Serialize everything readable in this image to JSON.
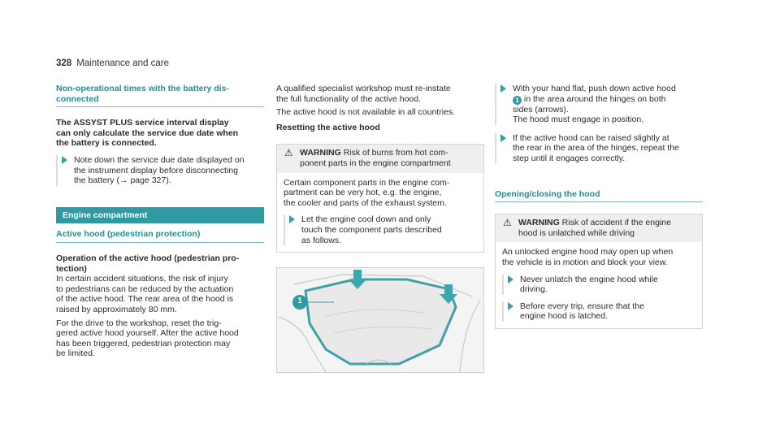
{
  "header": {
    "page_number": "328",
    "section": "Maintenance and care"
  },
  "col1": {
    "heading": "Non-operational times with the battery dis-connected",
    "heading_line1": "Non-operational times with the battery dis-",
    "heading_line2": "connected",
    "notice_line1": "The ASSYST PLUS service interval display",
    "notice_line2": "can only calculate the service due date when",
    "notice_line3": "the battery is connected.",
    "step1_line1": "Note down the service due date displayed on",
    "step1_line2": "the instrument display before disconnecting",
    "step1_line3": "the battery (→ page 327).",
    "band": "Engine compartment",
    "subheading": "Active hood (pedestrian protection)",
    "op_title_line1": "Operation of the active hood (pedestrian pro-",
    "op_title_line2": "tection)",
    "op_body": [
      "In certain accident situations, the risk of injury",
      "to pedestrians can be reduced by the actuation",
      "of the active hood. The rear area of the hood is",
      "raised by approximately 80 mm."
    ],
    "drive_body": [
      "For the drive to the workshop, reset the trig-",
      "gered active hood yourself. After the active hood",
      "has been triggered, pedestrian protection may",
      "be limited."
    ]
  },
  "col2": {
    "intro_line1": "A qualified specialist workshop must re-instate",
    "intro_line2": "the full functionality of the active hood.",
    "intro_line3": "The active hood is not available in all countries.",
    "reset_heading": "Resetting the active hood",
    "warning": {
      "icon": "warning-triangle-icon",
      "label": "WARNING",
      "head_text1": "Risk of burns from hot com-",
      "head_text2": "ponent parts in the engine compartment",
      "body": [
        "Certain component parts in the engine com-",
        "partment can be very hot, e.g. the engine,",
        "the cooler and parts of the exhaust system."
      ],
      "step": [
        "Let the engine cool down and only",
        "touch the component parts described",
        "as follows."
      ]
    },
    "figure_callout": "1"
  },
  "col3": {
    "step1": [
      "With your hand flat, push down active hood",
      "in the area around the hinges on both",
      "sides (arrows).",
      "The hood must engage in position."
    ],
    "step1_callout": "1",
    "step2": [
      "If the active hood can be raised slightly at",
      "the rear in the area of the hinges, repeat the",
      "step until it engages correctly."
    ],
    "subheading": "Opening/closing the hood",
    "warning": {
      "icon": "warning-triangle-icon",
      "label": "WARNING",
      "head_text1": "Risk of accident if the engine",
      "head_text2": "hood is unlatched while driving",
      "body": [
        "An unlocked engine hood may open up when",
        "the vehicle is in motion and block your view."
      ],
      "step_a": [
        "Never unlatch the engine hood while",
        "driving."
      ],
      "step_b": [
        "Before every trip, ensure that the",
        "engine hood is latched."
      ]
    }
  },
  "colors": {
    "accent": "#2f9aa2",
    "accent_text": "#1f8f96",
    "warning_bg": "#efefef"
  }
}
